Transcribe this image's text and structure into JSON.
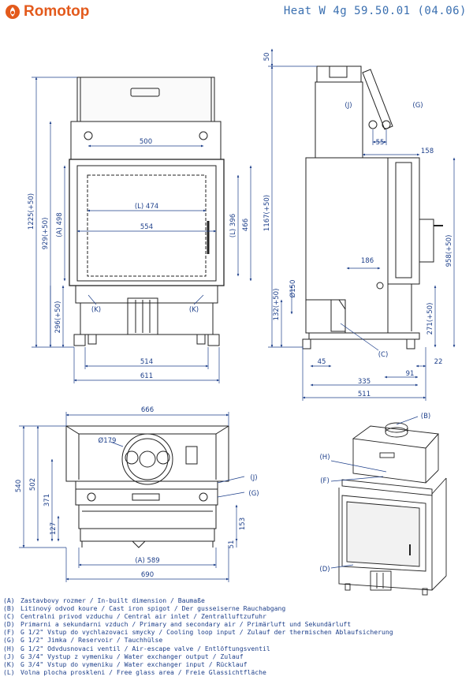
{
  "brand": {
    "name": "Romotop",
    "accent": "#e35a1c"
  },
  "title": "Heat  W  4g  59.50.01  (04.06)",
  "front": {
    "dim_500": "500",
    "dim_474": "(L) 474",
    "dim_554": "554",
    "dim_498": "(A) 498",
    "dim_396": "(L) 396",
    "dim_466": "466",
    "dim_929": "929(+50)",
    "dim_1225": "1225(+50)",
    "dim_296": "296(+50)",
    "dim_514": "514",
    "dim_611": "611",
    "label_k1": "(K)",
    "label_k2": "(K)"
  },
  "side": {
    "dim_50": "50",
    "label_j": "(J)",
    "label_g": "(G)",
    "dim_55": "55",
    "dim_158": "158",
    "dim_1167": "1167(+50)",
    "dim_958": "958(+50)",
    "dim_186": "186",
    "dim_150": "Ø150",
    "dim_132": "132(+50)",
    "dim_271": "271(+50)",
    "label_c": "(C)",
    "dim_45": "45",
    "dim_22": "22",
    "dim_91": "91",
    "dim_335": "335",
    "dim_511": "511"
  },
  "top": {
    "dim_666": "666",
    "dim_179": "Ø179",
    "dim_540": "540",
    "dim_502": "502",
    "dim_371": "371",
    "dim_127": "127",
    "dim_153": "153",
    "dim_51": "51",
    "dim_589": "(A) 589",
    "dim_690": "690",
    "label_j": "(J)",
    "label_g": "(G)"
  },
  "iso": {
    "label_b": "(B)",
    "label_h": "(H)",
    "label_f": "(F)",
    "label_d": "(D)"
  },
  "legend": [
    {
      "key": "(A)",
      "text": "Zastavbovy rozmer / In-built dimension / Baumaße"
    },
    {
      "key": "(B)",
      "text": "Litinový odvod koure / Cast iron spigot / Der gusseiserne Rauchabgang"
    },
    {
      "key": "(C)",
      "text": "Centralni privod vzduchu / Central air inlet / Zentralluftzufuhr"
    },
    {
      "key": "(D)",
      "text": "Primarni a sekundarni vzduch / Primary and secondary air / Primärluft und Sekundärluft"
    },
    {
      "key": "(F)",
      "text": "G 1/2\" Vstup do vychlazovaci smycky / Cooling loop input / Zulauf der thermischen Ablaufsicherung"
    },
    {
      "key": "(G)",
      "text": "G 1/2\" Jimka / Reservoir / Tauchhülse"
    },
    {
      "key": "(H)",
      "text": "G 1/2\" Odvdusnovaci ventil / Air-escape valve / Entlöftungsventil"
    },
    {
      "key": "(J)",
      "text": "G 3/4\" Vystup z vymeniku / Water exchanger output / Zulauf"
    },
    {
      "key": "(K)",
      "text": "G 3/4\" Vstup do vymeniku / Water exchanger input / Rücklauf"
    },
    {
      "key": "(L)",
      "text": "Volna plocha proskleni / Free glass area / Freie Glassichtfläche"
    }
  ]
}
